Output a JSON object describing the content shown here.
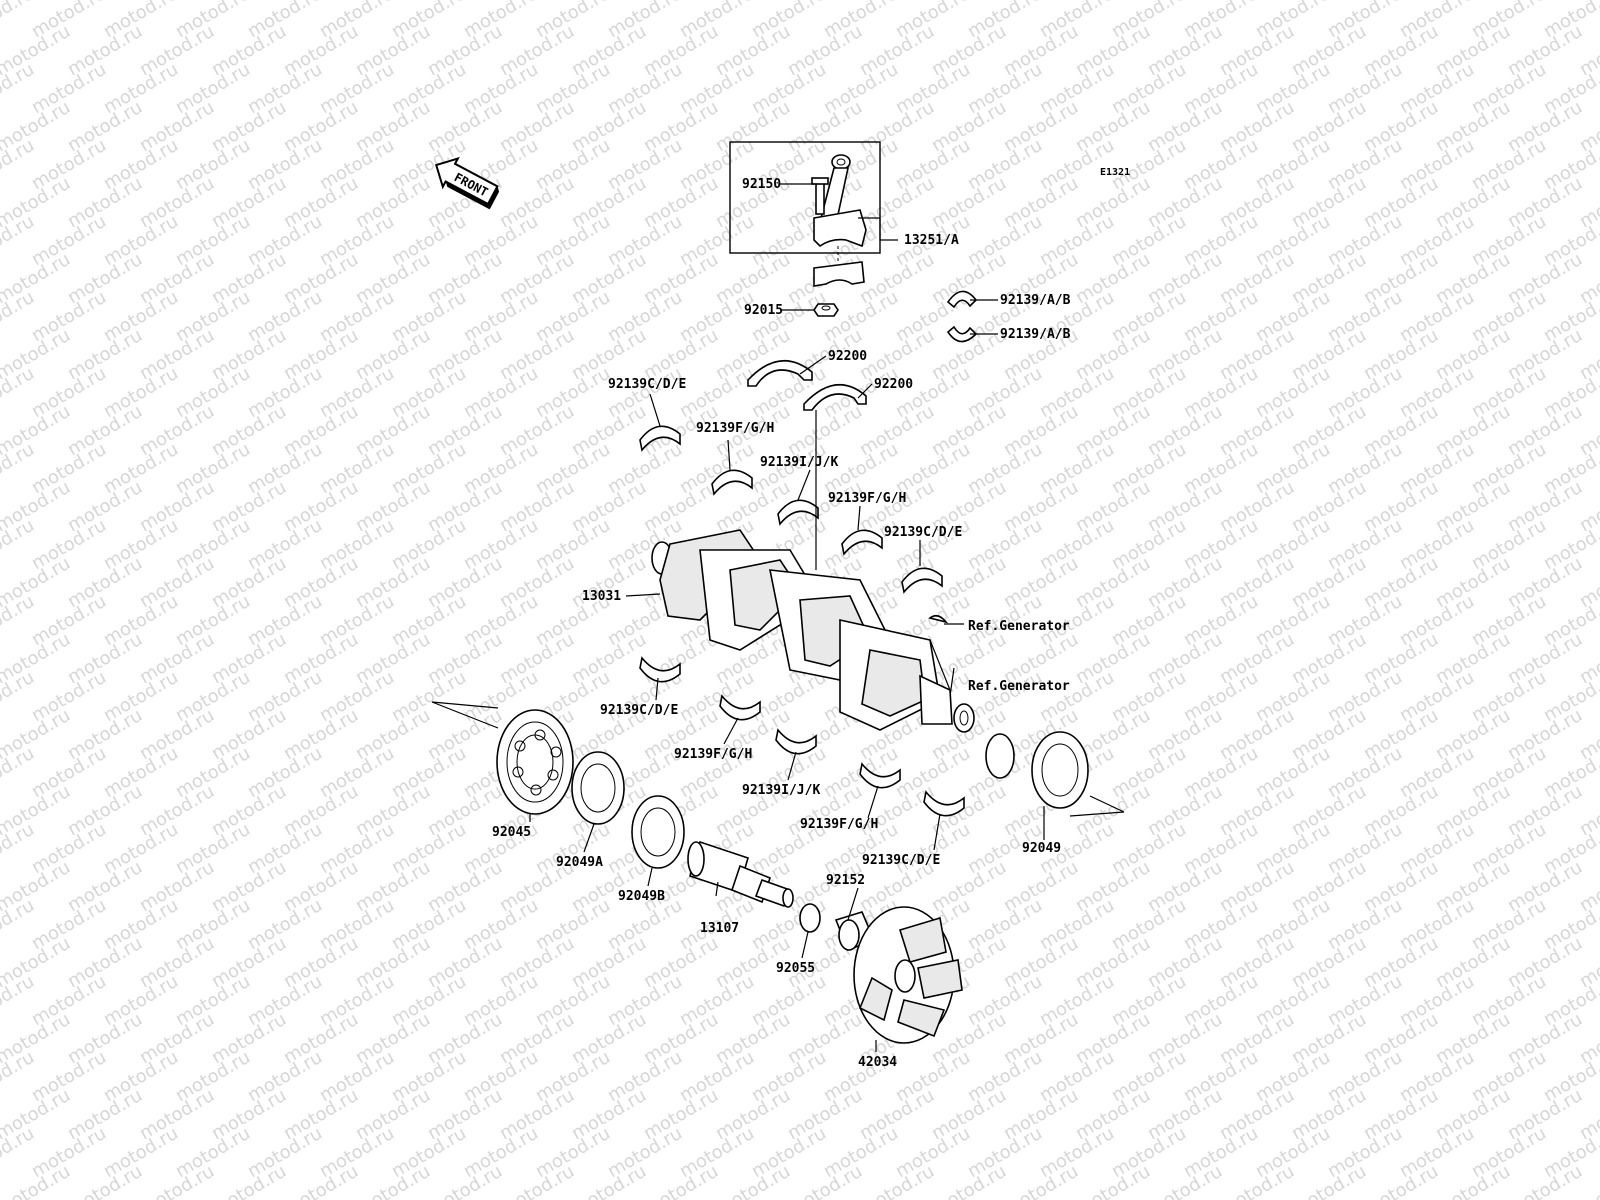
{
  "watermark": "motod.ru",
  "diagram_code": "E1321",
  "front_label": "FRONT",
  "labels": {
    "p92150": "92150",
    "p13251A": "13251/A",
    "p92015": "92015",
    "p92139AB_1": "92139/A/B",
    "p92139AB_2": "92139/A/B",
    "p92200_1": "92200",
    "p92200_2": "92200",
    "p92139CDE_top": "92139C/D/E",
    "p92139FGH_top": "92139F/G/H",
    "p92139IJK_top": "92139I/J/K",
    "p92139FGH_mid": "92139F/G/H",
    "p92139CDE_mid": "92139C/D/E",
    "p13031": "13031",
    "ref_gen_1": "Ref.Generator",
    "ref_gen_2": "Ref.Generator",
    "p92139CDE_left": "92139C/D/E",
    "p92139FGH_low": "92139F/G/H",
    "p92139IJK_low": "92139I/J/K",
    "p92139FGH_bot": "92139F/G/H",
    "p92139CDE_bot": "92139C/D/E",
    "p92045": "92045",
    "p92049A": "92049A",
    "p92049B": "92049B",
    "p13107": "13107",
    "p92152": "92152",
    "p92055": "92055",
    "p42034": "42034",
    "p92049": "92049"
  }
}
